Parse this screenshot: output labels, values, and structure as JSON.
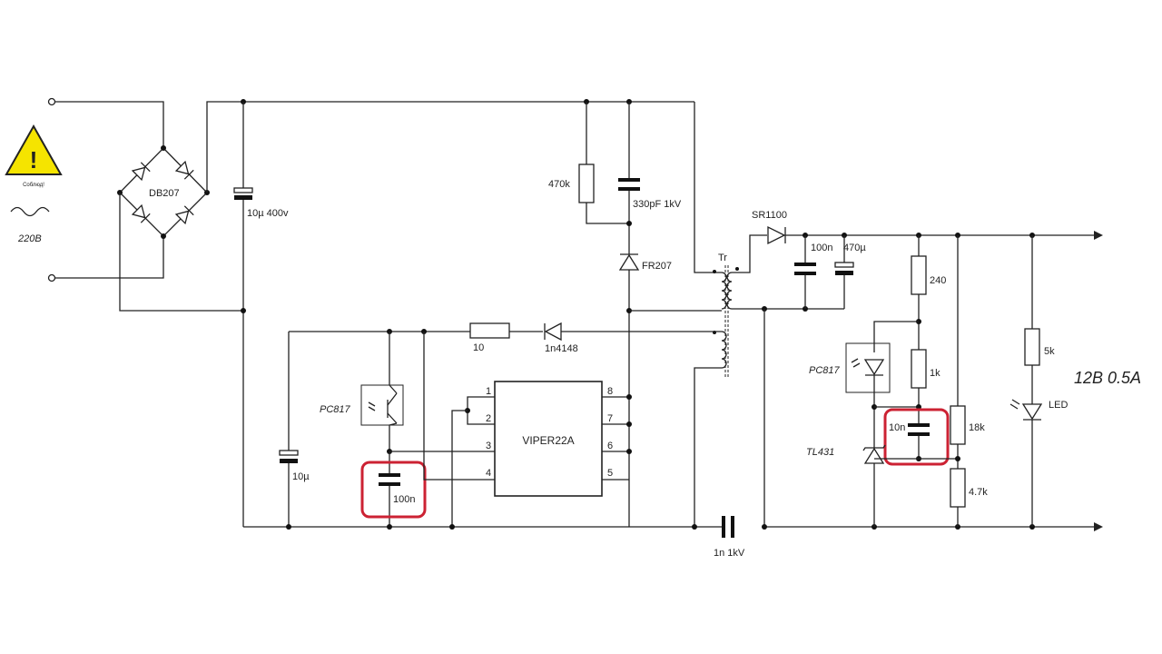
{
  "warning": {
    "icon": "warning-triangle-icon",
    "text": "Cоблюд!"
  },
  "input": {
    "voltage_label": "220В"
  },
  "bridge": {
    "label": "DB207"
  },
  "components": {
    "c_bulk": "10µ 400v",
    "r_snubber": "470k",
    "c_snubber": "330pF 1kV",
    "d_snubber": "FR207",
    "transformer": "Tr",
    "d_out": "SR1100",
    "c_out1": "100n",
    "c_out2": "470µ",
    "r_aux": "10",
    "d_aux": "1n4148",
    "c_vdd": "10µ",
    "opto_primary": "PC817",
    "c_fb": "100n",
    "ic": "VIPER22A",
    "c_y": "1n 1kV",
    "r_240": "240",
    "opto_secondary": "PC817",
    "r_1k": "1k",
    "c_10n": "10n",
    "tl431": "TL431",
    "r_18k": "18k",
    "r_4k7": "4.7k",
    "r_5k": "5k",
    "led": "LED",
    "output_spec": "12В 0.5А"
  },
  "ic_pins": {
    "p1": "1",
    "p2": "2",
    "p3": "3",
    "p4": "4",
    "p5": "5",
    "p6": "6",
    "p7": "7",
    "p8": "8"
  },
  "colors": {
    "wire": "#222222",
    "highlight": "#cc2233",
    "warning_fill": "#f5e400"
  }
}
